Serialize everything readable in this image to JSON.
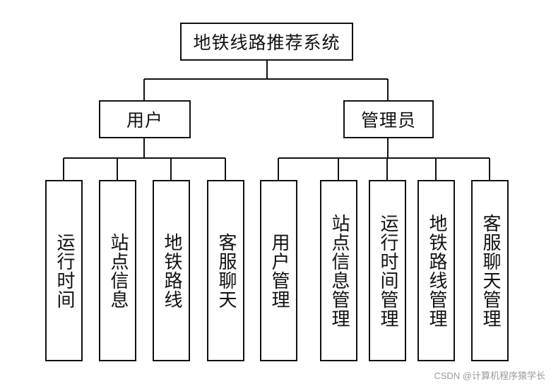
{
  "root": {
    "label": "地铁线路推荐系统"
  },
  "roles": {
    "user": {
      "label": "用户",
      "children": [
        "运行时间",
        "站点信息",
        "地铁路线",
        "客服聊天"
      ]
    },
    "admin": {
      "label": "管理员",
      "children": [
        "用户管理",
        "站点信息管理",
        "运行时间管理",
        "地铁路线管理",
        "客服聊天管理"
      ]
    }
  },
  "watermark": "CSDN @计算机程序猿学长"
}
